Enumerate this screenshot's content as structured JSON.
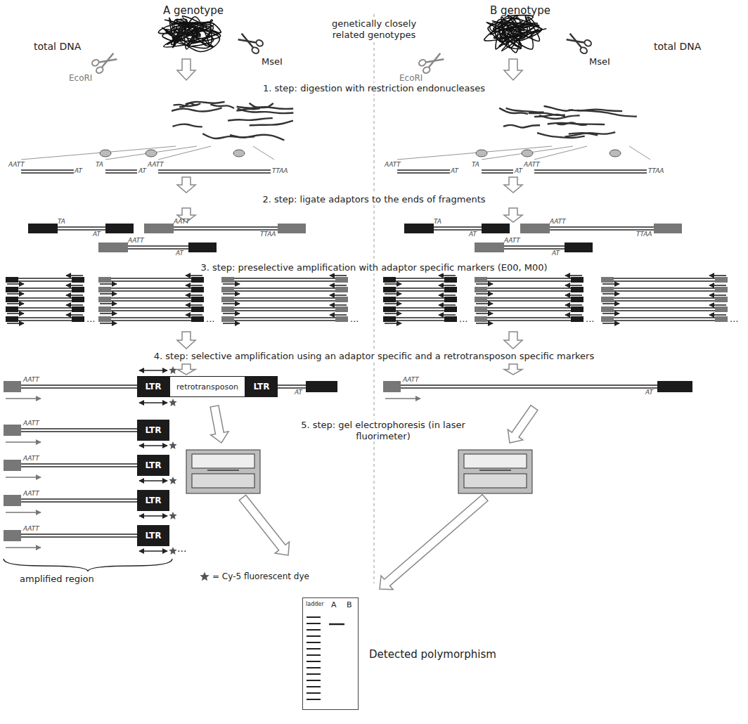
{
  "diagram": {
    "nodes": [
      {
        "text": [
          "LTR"
        ]
      },
      {
        "text": [
          "retrotransposon"
        ]
      },
      {
        "text": [
          "LTR"
        ]
      },
      {
        "text": [
          "LTR"
        ]
      },
      {
        "text": [
          "LTR"
        ]
      },
      {
        "text": [
          "LTR"
        ]
      },
      {
        "text": [
          "LTR"
        ]
      },
      {
        "text": [
          "ladder",
          "A",
          "B"
        ]
      }
    ],
    "labels": [
      "A genotype",
      "B genotype",
      "total DNA",
      "genetically closely related genotypes",
      "total DNA",
      "EcoRI",
      "MseI",
      "EcoRI",
      "MseI",
      "1. step: digestion with restriction endonucleases",
      "AATT",
      "AT",
      "TA",
      "AT",
      "AATT",
      "TTAA",
      "AATT",
      "AT",
      "TA",
      "AT",
      "AATT",
      "TTAA",
      "2. step: ligate adaptors to the ends of fragments",
      "TA",
      "AT",
      "AATT",
      "TTAA",
      "AATT",
      "AT",
      "TA",
      "AT",
      "AATT",
      "TTAA",
      "AATT",
      "AT",
      "3. step: preselective amplification with adaptor specific markers (E00, M00)",
      "...",
      "...",
      "...",
      "...",
      "...",
      "...",
      "4. step: selective amplification using an adaptor specific and a retrotransposon specific markers",
      "AATT",
      "AT",
      "AATT",
      "AT",
      "AATT",
      "AATT",
      "AATT",
      "AATT",
      "...",
      "5. step: gel electrophoresis (in laser fluorimeter)",
      "amplified region",
      "Detected polymorphism"
    ],
    "legend": [
      {
        "text": "= Cy-5 fluorescent dye"
      }
    ]
  }
}
